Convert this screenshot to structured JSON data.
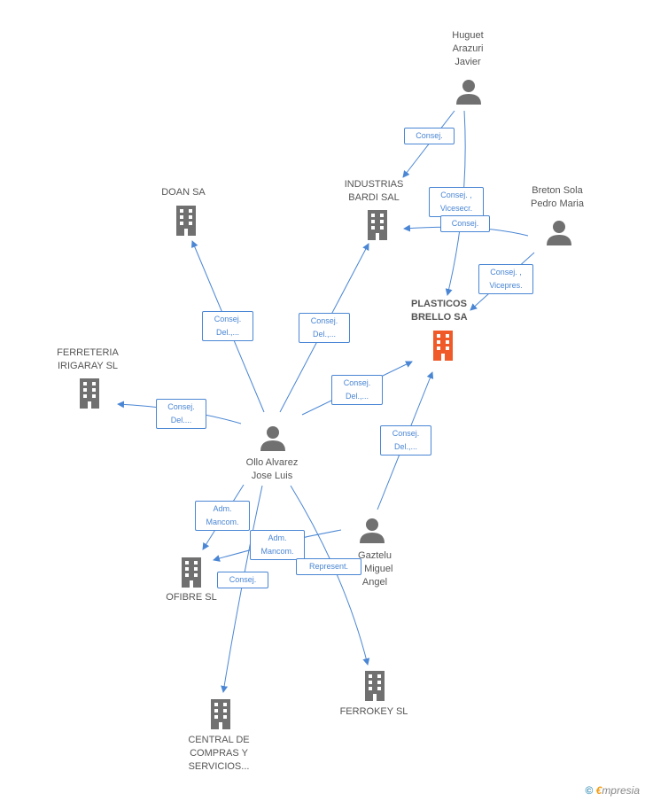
{
  "colors": {
    "edge": "#4a86d4",
    "node_gray": "#707070",
    "node_main": "#f05a28"
  },
  "nodes": {
    "huguet": {
      "label": "Huguet\nArazuri\nJavier",
      "kind": "person"
    },
    "doan": {
      "label": "DOAN SA",
      "kind": "company"
    },
    "industrias": {
      "label": "INDUSTRIAS\nBARDI SAL",
      "kind": "company"
    },
    "breton": {
      "label": "Breton Sola\nPedro Maria",
      "kind": "person"
    },
    "plasticos": {
      "label": "PLASTICOS\nBRELLO SA",
      "kind": "company-main"
    },
    "ferreteria": {
      "label": "FERRETERIA\nIRIGARAY SL",
      "kind": "company"
    },
    "ollo": {
      "label": "Ollo Alvarez\nJose Luis",
      "kind": "person"
    },
    "gaztelu": {
      "label": "Gaztelu\nz Miguel\nAngel",
      "kind": "person"
    },
    "ofibre": {
      "label": "OFIBRE SL",
      "kind": "company"
    },
    "ferrokey": {
      "label": "FERROKEY  SL",
      "kind": "company"
    },
    "central": {
      "label": "CENTRAL DE\nCOMPRAS Y\nSERVICIOS...",
      "kind": "company"
    }
  },
  "edge_labels": {
    "huguet_industrias": "Consej.",
    "huguet_plasticos": "Consej. ,\nVicesecr.",
    "breton_industrias": "Consej.",
    "breton_plasticos": "Consej. ,\nVicepres.",
    "ollo_doan": "Consej.\nDel.,...",
    "ollo_industrias": "Consej.\nDel.,...",
    "ollo_plasticos": "Consej.\nDel.,...",
    "ollo_ferreteria": "Consej.\nDel....",
    "gaztelu_plasticos": "Consej.\nDel.,...",
    "ollo_ofibre": "Adm.\nMancom.",
    "gaztelu_ofibre": "Adm.\nMancom.",
    "ollo_central": "Consej.",
    "ollo_ferrokey": "Represent."
  },
  "footer": {
    "copyright": "©",
    "brand_e": "€",
    "brand_rest": "mpresia"
  }
}
